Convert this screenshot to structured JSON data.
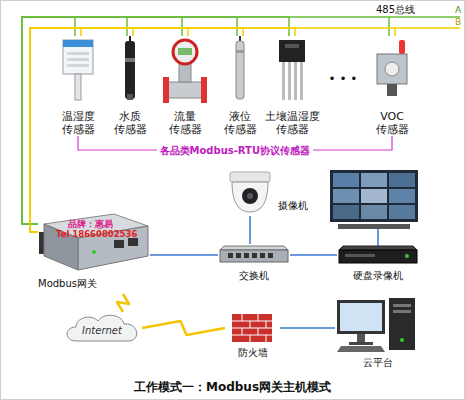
{
  "diagram": {
    "caption": "工作模式一：Modbus网关主机模式",
    "nodes": [
      {
        "text": [
          "温湿度 传感器"
        ]
      },
      {
        "text": [
          "水质 传感器"
        ]
      },
      {
        "text": [
          "流量 传感器"
        ]
      },
      {
        "text": [
          "液位 传感器"
        ]
      },
      {
        "text": [
          "土壤温湿度 传感器"
        ]
      },
      {
        "text": [
          "VOC 传感器"
        ]
      },
      {
        "text": [
          "摄像机"
        ]
      },
      {
        "text": [
          "品牌：惠易",
          "Tel 18660802536",
          "Modbus网关"
        ]
      },
      {
        "text": [
          "交换机"
        ]
      },
      {
        "text": [
          "硬盘录像机"
        ]
      },
      {
        "text": [
          "Internet"
        ]
      },
      {
        "text": [
          "防火墙"
        ]
      },
      {
        "text": [
          "云平台"
        ]
      }
    ],
    "edges": [
      {
        "from": 0,
        "to": 7,
        "arrow": "none"
      },
      {
        "from": 1,
        "to": 7,
        "arrow": "none"
      },
      {
        "from": 2,
        "to": 7,
        "arrow": "none"
      },
      {
        "from": 3,
        "to": 7,
        "arrow": "none"
      },
      {
        "from": 4,
        "to": 7,
        "arrow": "none"
      },
      {
        "from": 5,
        "to": 7,
        "arrow": "none"
      },
      {
        "from": 7,
        "to": 8,
        "arrow": "none"
      },
      {
        "from": 8,
        "to": 6,
        "arrow": "none"
      },
      {
        "from": 8,
        "to": 9,
        "arrow": "none"
      },
      {
        "from": 7,
        "to": 10,
        "arrow": "none"
      },
      {
        "from": 10,
        "to": 11,
        "arrow": "none"
      },
      {
        "from": 11,
        "to": 12,
        "arrow": "none"
      }
    ],
    "labels": [
      "485总线",
      "A",
      "B",
      "• • •",
      "各品类Modbus-RTU协议传感器"
    ]
  }
}
